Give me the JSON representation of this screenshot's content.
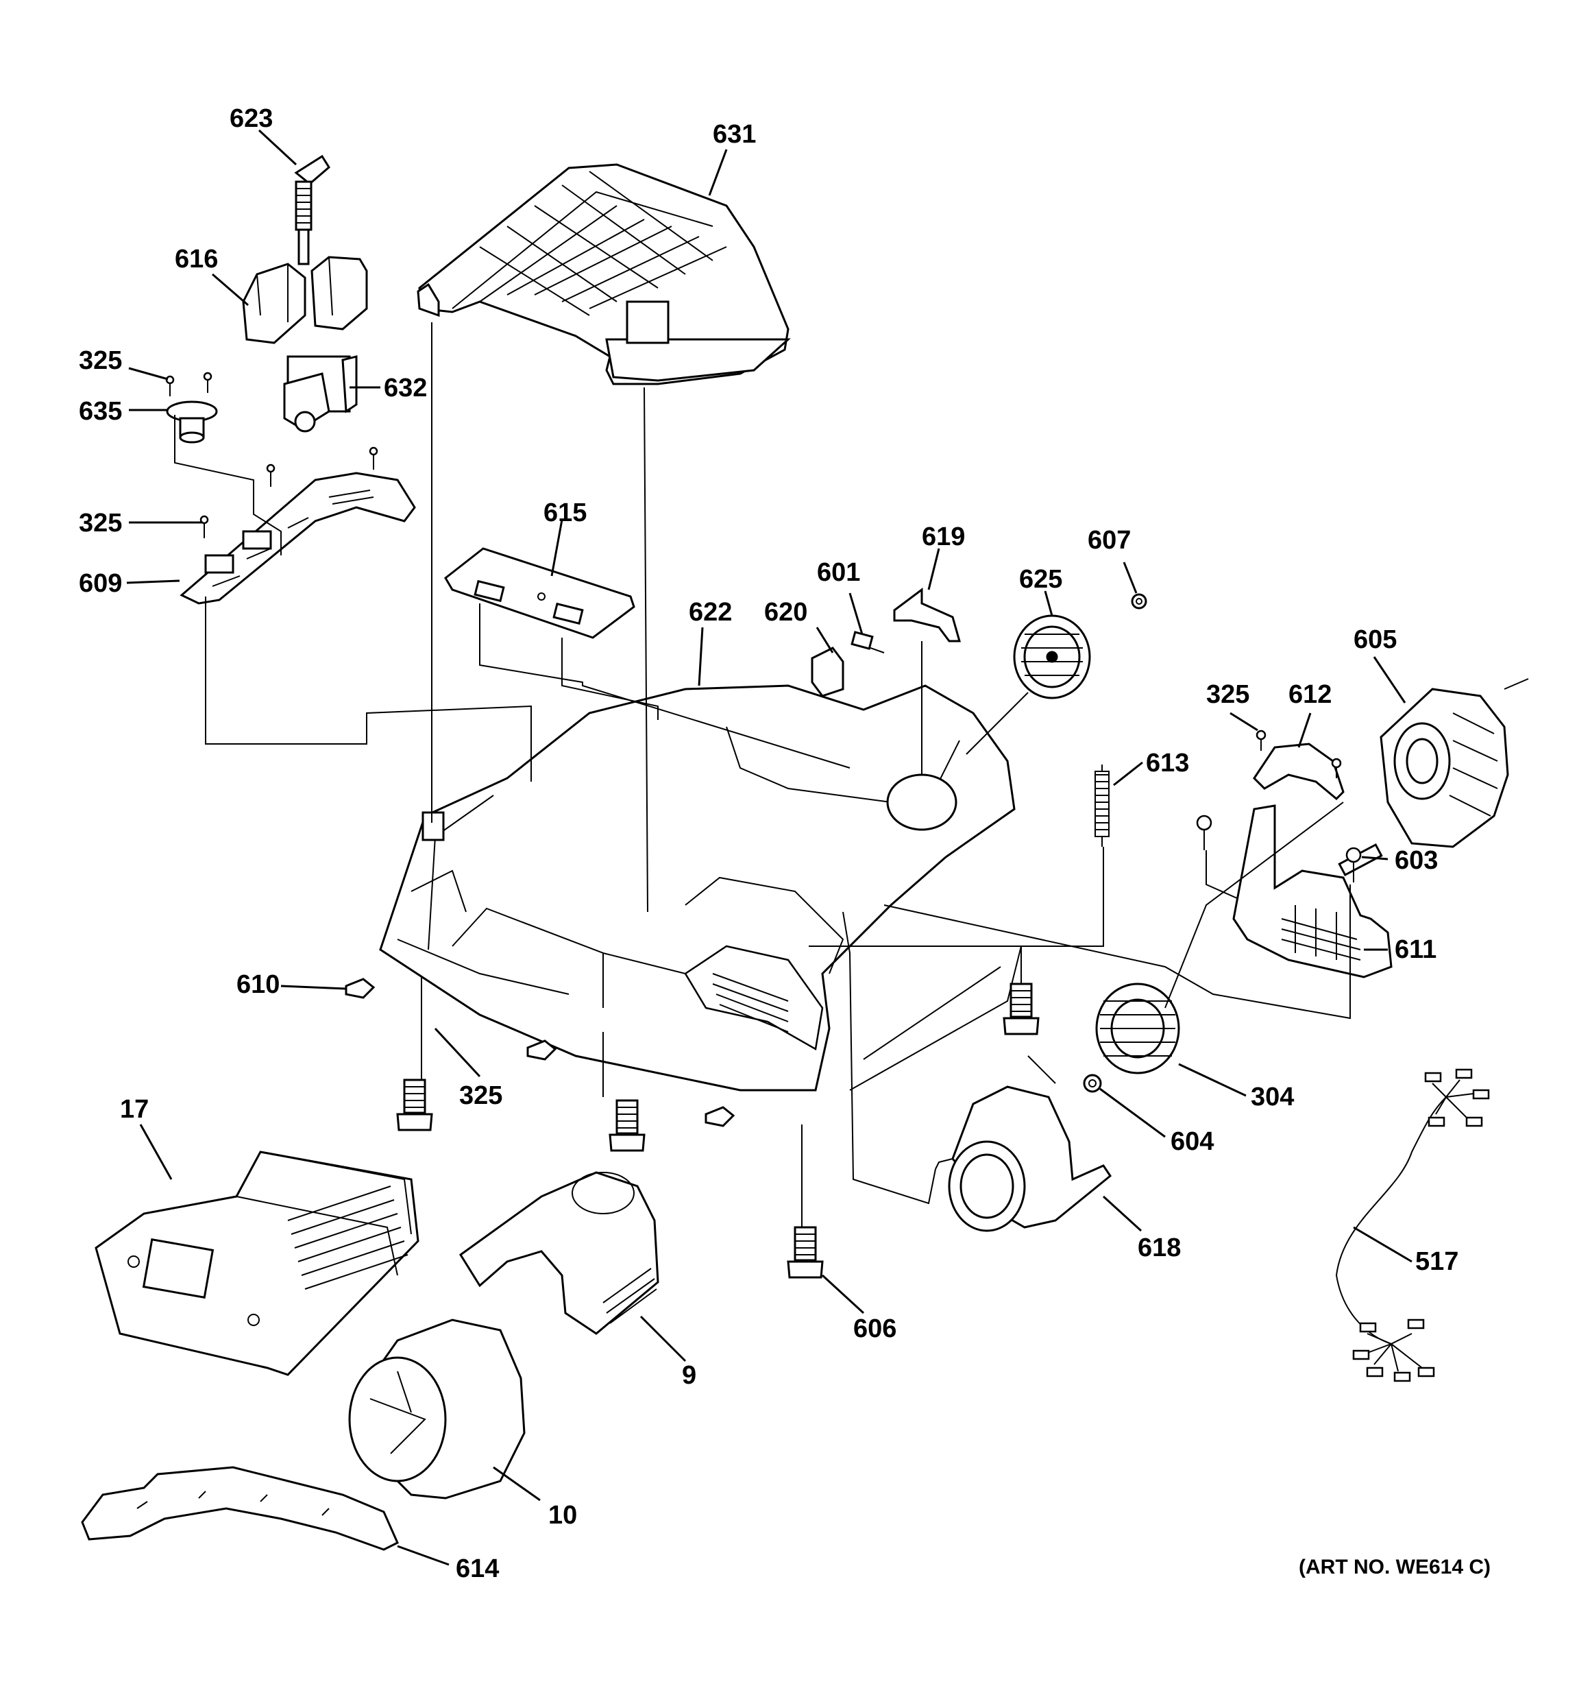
{
  "art_number": "(ART NO. WE614 C)",
  "callouts": {
    "c623": "623",
    "c631": "631",
    "c616": "616",
    "c325a": "325",
    "c632": "632",
    "c635": "635",
    "c325b": "325",
    "c609": "609",
    "c615": "615",
    "c619": "619",
    "c607": "607",
    "c601": "601",
    "c625": "625",
    "c622": "622",
    "c620": "620",
    "c605": "605",
    "c325c": "325",
    "c612": "612",
    "c613": "613",
    "c603": "603",
    "c611": "611",
    "c610": "610",
    "c325d": "325",
    "c304": "304",
    "c604": "604",
    "c17": "17",
    "c618": "618",
    "c517": "517",
    "c606": "606",
    "c9": "9",
    "c10": "10",
    "c614": "614"
  }
}
